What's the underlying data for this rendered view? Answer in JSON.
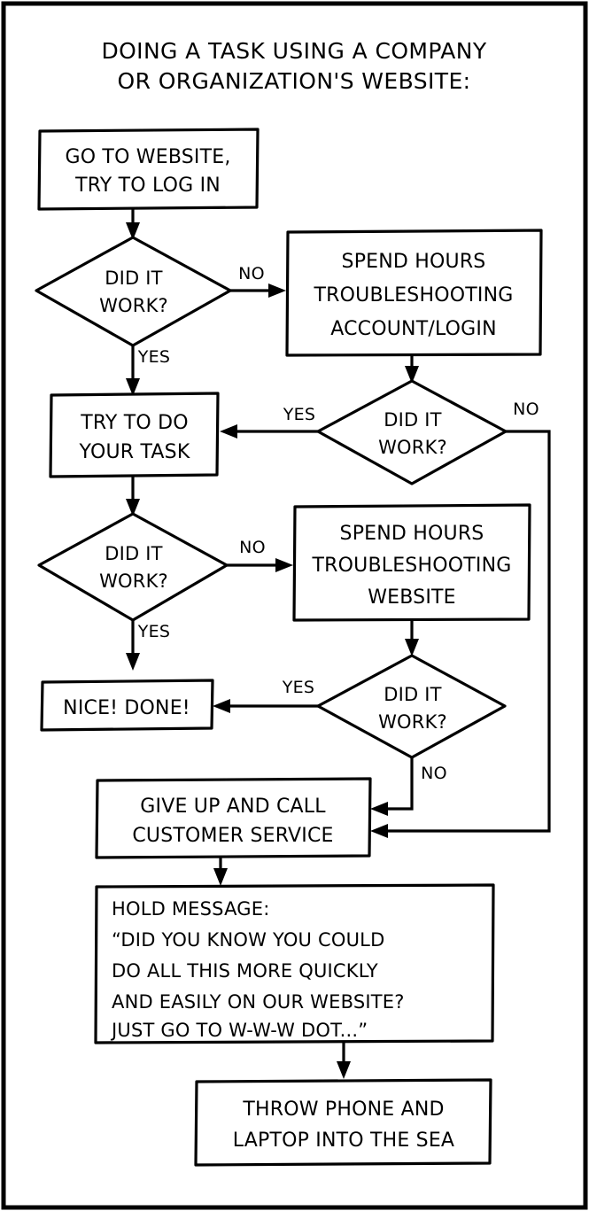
{
  "comic": {
    "title_lines": [
      "DOING A TASK USING A COMPANY",
      "OR ORGANIZATION'S WEBSITE:"
    ],
    "edge_labels": {
      "yes": "YES",
      "no": "NO"
    },
    "nodes": {
      "start": {
        "type": "process",
        "lines": [
          "GO TO WEBSITE,",
          "TRY TO LOG IN"
        ]
      },
      "decision_login": {
        "type": "decision",
        "lines": [
          "DID IT",
          "WORK?"
        ]
      },
      "troubleshoot_login": {
        "type": "process",
        "lines": [
          "SPEND HOURS",
          "TROUBLESHOOTING",
          "ACCOUNT/LOGIN"
        ]
      },
      "decision_login2": {
        "type": "decision",
        "lines": [
          "DID IT",
          "WORK?"
        ]
      },
      "try_task": {
        "type": "process",
        "lines": [
          "TRY TO DO",
          "YOUR TASK"
        ]
      },
      "decision_task": {
        "type": "decision",
        "lines": [
          "DID IT",
          "WORK?"
        ]
      },
      "troubleshoot_site": {
        "type": "process",
        "lines": [
          "SPEND HOURS",
          "TROUBLESHOOTING",
          "WEBSITE"
        ]
      },
      "decision_site": {
        "type": "decision",
        "lines": [
          "DID IT",
          "WORK?"
        ]
      },
      "done": {
        "type": "process",
        "lines": [
          "NICE! DONE!"
        ]
      },
      "give_up": {
        "type": "process",
        "lines": [
          "GIVE UP AND CALL",
          "CUSTOMER SERVICE"
        ]
      },
      "hold_message": {
        "type": "process",
        "lines": [
          "HOLD MESSAGE:",
          "“DID YOU KNOW YOU COULD",
          "DO ALL THIS MORE QUICKLY",
          "AND EASILY ON OUR WEBSITE?",
          "JUST GO TO W-W-W DOT...”"
        ]
      },
      "throw_sea": {
        "type": "process",
        "lines": [
          "THROW PHONE AND",
          "LAPTOP INTO THE SEA"
        ]
      }
    },
    "edges": [
      {
        "from": "start",
        "to": "decision_login",
        "label": ""
      },
      {
        "from": "decision_login",
        "to": "troubleshoot_login",
        "label": "NO"
      },
      {
        "from": "decision_login",
        "to": "try_task",
        "label": "YES"
      },
      {
        "from": "troubleshoot_login",
        "to": "decision_login2",
        "label": ""
      },
      {
        "from": "decision_login2",
        "to": "try_task",
        "label": "YES"
      },
      {
        "from": "decision_login2",
        "to": "give_up",
        "label": "NO"
      },
      {
        "from": "try_task",
        "to": "decision_task",
        "label": ""
      },
      {
        "from": "decision_task",
        "to": "troubleshoot_site",
        "label": "NO"
      },
      {
        "from": "decision_task",
        "to": "done",
        "label": "YES"
      },
      {
        "from": "troubleshoot_site",
        "to": "decision_site",
        "label": ""
      },
      {
        "from": "decision_site",
        "to": "done",
        "label": "YES"
      },
      {
        "from": "decision_site",
        "to": "give_up",
        "label": "NO"
      },
      {
        "from": "give_up",
        "to": "hold_message",
        "label": ""
      },
      {
        "from": "hold_message",
        "to": "throw_sea",
        "label": ""
      }
    ],
    "colors": {
      "ink": "#000000",
      "paper": "#ffffff"
    }
  }
}
